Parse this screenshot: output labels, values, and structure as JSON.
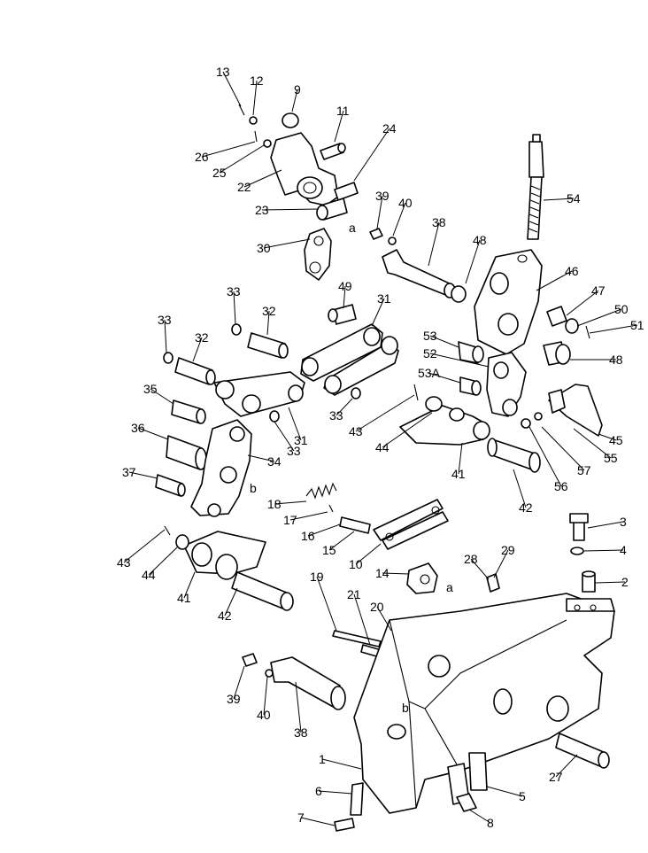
{
  "figure": {
    "labels": [
      {
        "id": "13",
        "text": "13"
      },
      {
        "id": "12",
        "text": "12"
      },
      {
        "id": "9",
        "text": "9"
      },
      {
        "id": "11",
        "text": "11"
      },
      {
        "id": "24",
        "text": "24"
      },
      {
        "id": "26",
        "text": "26"
      },
      {
        "id": "25",
        "text": "25"
      },
      {
        "id": "22",
        "text": "22"
      },
      {
        "id": "23",
        "text": "23"
      },
      {
        "id": "a1",
        "text": "a"
      },
      {
        "id": "39a",
        "text": "39"
      },
      {
        "id": "40a",
        "text": "40"
      },
      {
        "id": "38a",
        "text": "38"
      },
      {
        "id": "54",
        "text": "54"
      },
      {
        "id": "30",
        "text": "30"
      },
      {
        "id": "48a",
        "text": "48"
      },
      {
        "id": "46",
        "text": "46"
      },
      {
        "id": "47",
        "text": "47"
      },
      {
        "id": "50",
        "text": "50"
      },
      {
        "id": "51",
        "text": "51"
      },
      {
        "id": "48b",
        "text": "48"
      },
      {
        "id": "33a",
        "text": "33"
      },
      {
        "id": "32a",
        "text": "32"
      },
      {
        "id": "49",
        "text": "49"
      },
      {
        "id": "31a",
        "text": "31"
      },
      {
        "id": "33b",
        "text": "33"
      },
      {
        "id": "32b",
        "text": "32"
      },
      {
        "id": "53",
        "text": "53"
      },
      {
        "id": "52",
        "text": "52"
      },
      {
        "id": "53A",
        "text": "53A"
      },
      {
        "id": "35",
        "text": "35"
      },
      {
        "id": "33c",
        "text": "33"
      },
      {
        "id": "43a",
        "text": "43"
      },
      {
        "id": "44a",
        "text": "44"
      },
      {
        "id": "31b",
        "text": "31"
      },
      {
        "id": "45",
        "text": "45"
      },
      {
        "id": "36",
        "text": "36"
      },
      {
        "id": "33d",
        "text": "33"
      },
      {
        "id": "34",
        "text": "34"
      },
      {
        "id": "41a",
        "text": "41"
      },
      {
        "id": "55",
        "text": "55"
      },
      {
        "id": "57",
        "text": "57"
      },
      {
        "id": "56",
        "text": "56"
      },
      {
        "id": "37",
        "text": "37"
      },
      {
        "id": "b1",
        "text": "b"
      },
      {
        "id": "42a",
        "text": "42"
      },
      {
        "id": "18",
        "text": "18"
      },
      {
        "id": "17",
        "text": "17"
      },
      {
        "id": "3",
        "text": "3"
      },
      {
        "id": "16",
        "text": "16"
      },
      {
        "id": "4",
        "text": "4"
      },
      {
        "id": "43b",
        "text": "43"
      },
      {
        "id": "44b",
        "text": "44"
      },
      {
        "id": "15",
        "text": "15"
      },
      {
        "id": "10",
        "text": "10"
      },
      {
        "id": "28",
        "text": "28"
      },
      {
        "id": "29",
        "text": "29"
      },
      {
        "id": "14",
        "text": "14"
      },
      {
        "id": "2",
        "text": "2"
      },
      {
        "id": "a2",
        "text": "a"
      },
      {
        "id": "41b",
        "text": "41"
      },
      {
        "id": "42b",
        "text": "42"
      },
      {
        "id": "19",
        "text": "19"
      },
      {
        "id": "21",
        "text": "21"
      },
      {
        "id": "20",
        "text": "20"
      },
      {
        "id": "39b",
        "text": "39"
      },
      {
        "id": "40b",
        "text": "40"
      },
      {
        "id": "b2",
        "text": "b"
      },
      {
        "id": "38b",
        "text": "38"
      },
      {
        "id": "1",
        "text": "1"
      },
      {
        "id": "27",
        "text": "27"
      },
      {
        "id": "6",
        "text": "6"
      },
      {
        "id": "5",
        "text": "5"
      },
      {
        "id": "7",
        "text": "7"
      },
      {
        "id": "8",
        "text": "8"
      }
    ]
  }
}
